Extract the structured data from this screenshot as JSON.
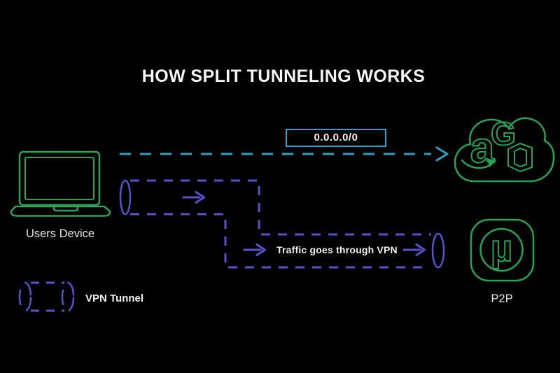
{
  "title": "HOW SPLIT TUNNELING WORKS",
  "labels": {
    "users_device": "Users Device",
    "route": "0.0.0.0/0",
    "traffic": "Traffic goes through VPN",
    "p2p": "P2P",
    "legend": "VPN Tunnel"
  },
  "icons": {
    "laptop": "laptop-icon",
    "cloud_services": "cloud-services-icon",
    "google_glyph": "G",
    "amazon_glyph": "a",
    "utorrent_glyph": "µ"
  },
  "colors": {
    "background": "#000000",
    "green": "#26a357",
    "cyan": "#2f9fc2",
    "purple": "#5b51c8",
    "text": "#f5f5f5"
  }
}
